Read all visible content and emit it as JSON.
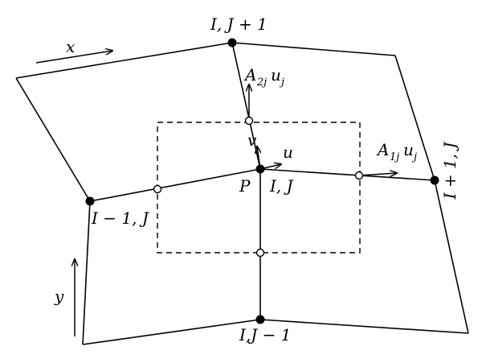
{
  "labels": {
    "top_node": "I, J + 1",
    "left_node": "I − 1, J",
    "right_node": "I + 1, J",
    "bottom_node": "I,J − 1",
    "center_node": "I, J",
    "center_point": "P",
    "axis_x": "x",
    "axis_y": "y",
    "vel_u": "u",
    "vel_v": "v",
    "flux_a2_main": "A",
    "flux_a2_sub": "2j",
    "flux_a2_var": "u",
    "flux_a2_varsub": "j",
    "flux_a1_main": "A",
    "flux_a1_sub": "1j",
    "flux_a1_var": "u",
    "flux_a1_varsub": "j"
  }
}
